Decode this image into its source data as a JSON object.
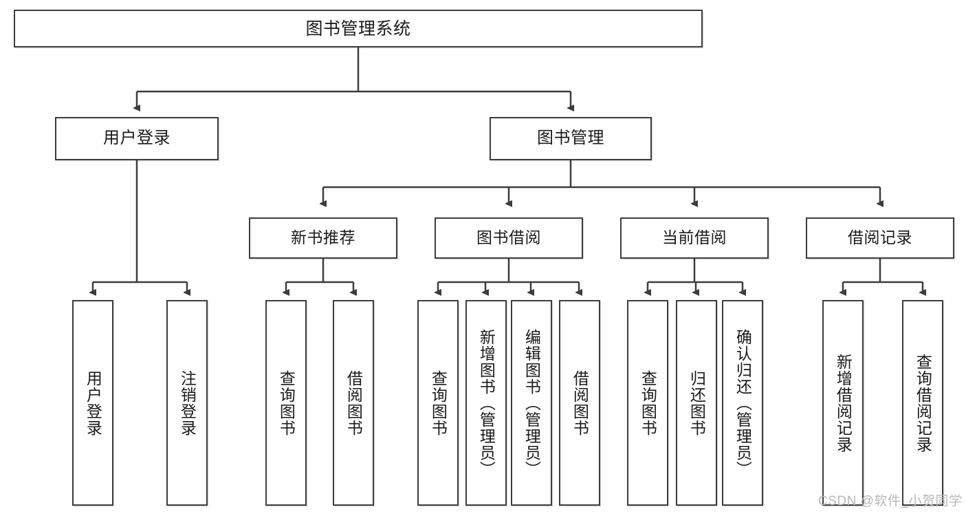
{
  "diagram": {
    "title": "图书管理系统",
    "type": "tree-hierarchy-chart",
    "root": {
      "label": "图书管理系统"
    },
    "level1": [
      {
        "label": "用户登录"
      },
      {
        "label": "图书管理"
      }
    ],
    "level2": [
      {
        "label": "新书推荐"
      },
      {
        "label": "图书借阅"
      },
      {
        "label": "当前借阅"
      },
      {
        "label": "借阅记录"
      }
    ],
    "leaves": {
      "user_login": [
        {
          "label": "用户登录"
        },
        {
          "label": "注销登录"
        }
      ],
      "new_book_recommend": [
        {
          "label": "查询图书"
        },
        {
          "label": "借阅图书"
        }
      ],
      "book_borrow": [
        {
          "label": "查询图书"
        },
        {
          "label": "新增图书（管理员）"
        },
        {
          "label": "编辑图书（管理员）"
        },
        {
          "label": "借阅图书"
        }
      ],
      "current_borrow": [
        {
          "label": "查询图书"
        },
        {
          "label": "归还图书"
        },
        {
          "label": "确认归还（管理员）"
        }
      ],
      "borrow_record": [
        {
          "label": "新增借阅记录"
        },
        {
          "label": "查询借阅记录"
        }
      ]
    }
  },
  "watermark": {
    "text": "CSDN @软件_小贺同学"
  },
  "colors": {
    "border": "#3c3c3c",
    "background": "#ffffff",
    "text": "#1a1a1a",
    "watermark": "#b8b8b8"
  }
}
